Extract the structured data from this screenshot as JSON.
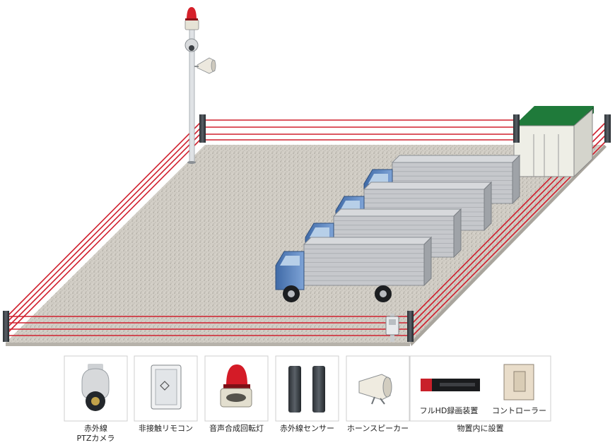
{
  "legend": {
    "items": [
      {
        "line1": "赤外線",
        "line2": "PTZカメラ",
        "icon": "ptz-camera-icon"
      },
      {
        "line1": "非接触リモコン",
        "line2": "",
        "icon": "contactless-remote-icon"
      },
      {
        "line1": "音声合成回転灯",
        "line2": "",
        "icon": "rotating-light-icon"
      },
      {
        "line1": "赤外線センサー",
        "line2": "",
        "icon": "infrared-sensor-icon"
      },
      {
        "line1": "ホーンスピーカー",
        "line2": "",
        "icon": "horn-speaker-icon"
      }
    ],
    "indoor": {
      "group_label": "物置内に設置",
      "recorder_label": "フルHD録画装置",
      "controller_label": "コントローラー"
    }
  },
  "colors": {
    "beam": "#d0202e",
    "shed_roof": "#1f7a3a",
    "truck_cab": "#5a86c0",
    "container": "#c6c8cc",
    "ground": "#cdc9c0"
  }
}
